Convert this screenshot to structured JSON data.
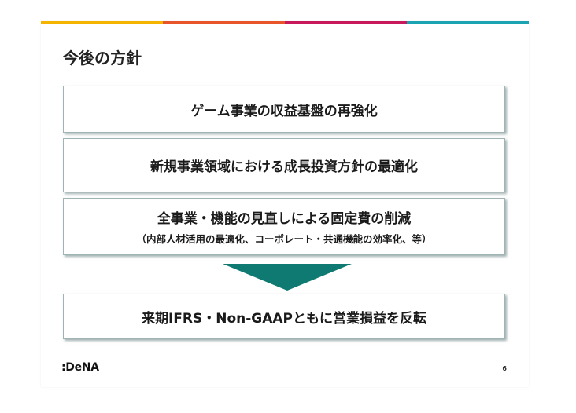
{
  "title": "今後の方針",
  "boxes": [
    {
      "main": "ゲーム事業の収益基盤の再強化"
    },
    {
      "main": "新規事業領域における成長投資方針の最適化"
    },
    {
      "main": "全事業・機能の見直しによる固定費の削減",
      "sub": "（内部人材活用の最適化、コーポレート・共通機能の効率化、等）"
    },
    {
      "main": "来期IFRS・Non-GAAPともに営業損益を反転"
    }
  ],
  "arrow_icon": "down-triangle-arrow-icon",
  "colors": {
    "stripe": [
      "#f5b400",
      "#e8552a",
      "#c8195c",
      "#1aa3b0"
    ],
    "arrow": "#0e7a72"
  },
  "footer": {
    "logo": ":DeNA",
    "page_number": "6"
  }
}
